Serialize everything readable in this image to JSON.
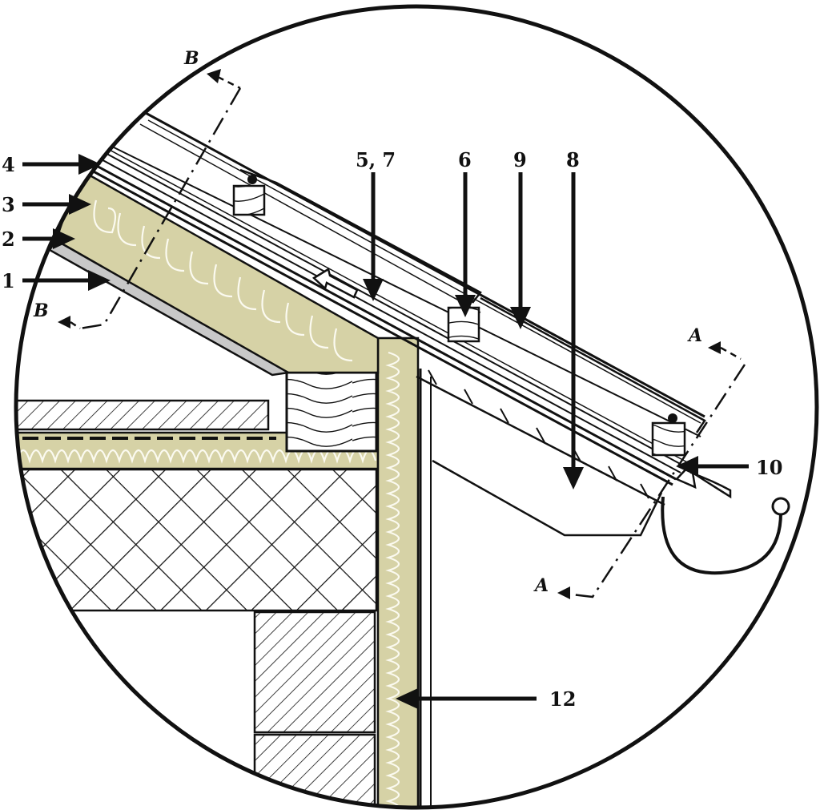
{
  "labels": {
    "l1": "1",
    "l2": "2",
    "l3": "3",
    "l4": "4",
    "l57": "5, 7",
    "l6": "6",
    "l9": "9",
    "l8": "8",
    "l10": "10",
    "l12": "12"
  },
  "sections": {
    "b_top": "B",
    "b_bottom": "B",
    "a_top": "A",
    "a_bottom": "A"
  },
  "colors": {
    "insulation": "#d6d2a6",
    "membrane": "#c8c8c8",
    "line": "#111111"
  }
}
